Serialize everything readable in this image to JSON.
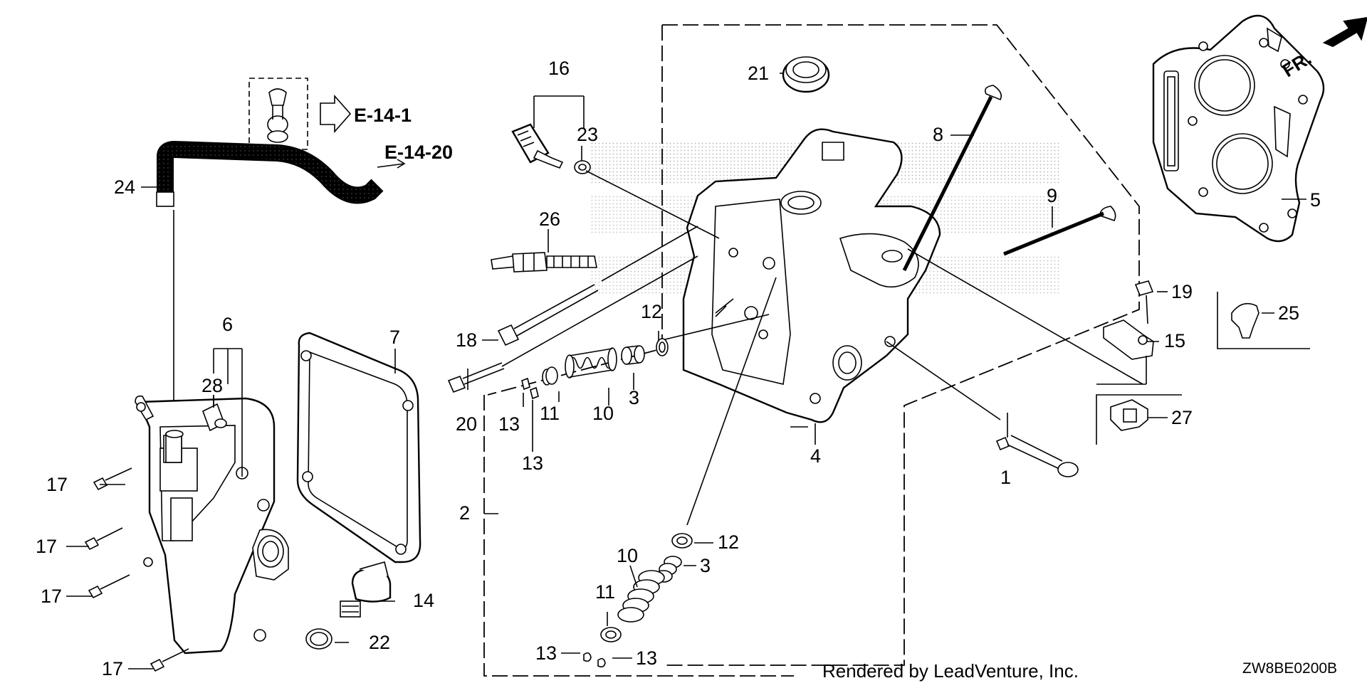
{
  "diagram": {
    "refs": {
      "ref_e14_1": "E-14-1",
      "ref_e14_20": "E-14-20"
    },
    "front_marker": "FR.",
    "credit": "Rendered by LeadVenture, Inc.",
    "diagram_code": "ZW8BE0200B",
    "callouts": {
      "c1": "1",
      "c2": "2",
      "c3a": "3",
      "c3b": "3",
      "c4": "4",
      "c5": "5",
      "c6": "6",
      "c7": "7",
      "c8": "8",
      "c9": "9",
      "c10a": "10",
      "c10b": "10",
      "c11a": "11",
      "c11b": "11",
      "c12a": "12",
      "c12b": "12",
      "c13a": "13",
      "c13b": "13",
      "c13c": "13",
      "c13d": "13",
      "c14": "14",
      "c15": "15",
      "c16": "16",
      "c17a": "17",
      "c17b": "17",
      "c17c": "17",
      "c17d": "17",
      "c18": "18",
      "c19": "19",
      "c20": "20",
      "c21": "21",
      "c22": "22",
      "c23": "23",
      "c24": "24",
      "c25": "25",
      "c26": "26",
      "c27": "27",
      "c28": "28"
    }
  }
}
